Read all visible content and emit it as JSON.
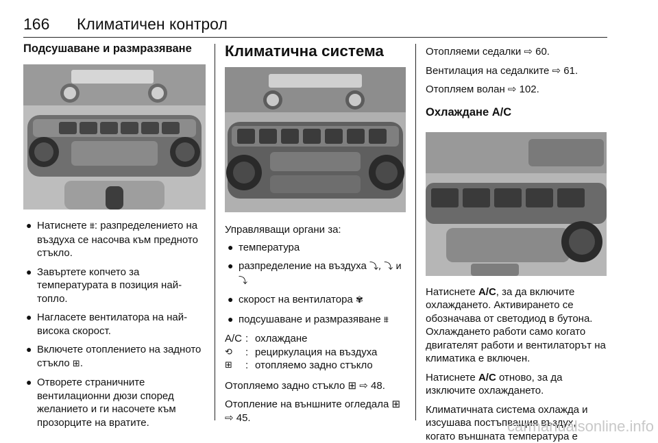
{
  "header": {
    "page_number": "166",
    "title": "Климатичен контрол"
  },
  "col1": {
    "heading": "Подсушаване и размразяване",
    "bullets": [
      {
        "text": "Натиснете",
        "icon": "windshield-defrost-icon",
        "icon_char": "⩩",
        "after": ": разпределението на въздуха се насочва към предното стъкло."
      },
      {
        "text": "Завъртете копчето за температурата в позиция най-топло."
      },
      {
        "text": "Нагласете вентилатора на най-висока скорост."
      },
      {
        "text": "Включете отоплението на задното стъкло",
        "icon": "rear-window-heat-icon",
        "icon_char": "⊞",
        "after": "."
      },
      {
        "text": "Отворете страничните вентилационни дюзи според желанието и ги насочете към прозорците на вратите."
      }
    ]
  },
  "col2": {
    "heading": "Климатична система",
    "intro": "Управляващи органи за:",
    "bullets": [
      {
        "text": "температура"
      },
      {
        "text": "разпределение на въздуха",
        "icons": "⤵, ⤵ и ⤵"
      },
      {
        "text": "скорост на вентилатора",
        "icon": "fan-icon",
        "icon_char": "✾"
      },
      {
        "text": "подсушаване и размразяване",
        "icon": "windshield-defrost-icon",
        "icon_char": "⩩"
      }
    ],
    "legend": [
      {
        "key": "A/C",
        "value": "охлаждане"
      },
      {
        "key": "⟲",
        "value": "рециркулация на въздуха"
      },
      {
        "key": "⊞",
        "value": "отопляемо задно стъкло"
      }
    ],
    "para1": "Отопляемо задно стъкло ⊞ ⇨ 48.",
    "para2": "Отопление на външните огледала ⊞ ⇨ 45."
  },
  "col3": {
    "line1": "Отопляеми седалки ⇨ 60.",
    "line2": "Вентилация на седалките ⇨ 61.",
    "line3": "Отопляем волан ⇨ 102.",
    "heading": "Охлаждане A/C",
    "p1_pre": "Натиснете ",
    "p1_bold": "A/C",
    "p1_post": ", за да включите охлаждането. Активирането се обозначава от светодиод в бутона. Охлаждането работи само когато двигателят работи и вентилаторът на климатика е включен.",
    "p2_pre": "Натиснете ",
    "p2_bold": "A/C",
    "p2_post": " отново, за да изключите охлаждането.",
    "p3": "Климатичната система охлажда и изсушава постъпващия въздух, когато външната температура е"
  },
  "watermark": "carmanualsonline.info"
}
